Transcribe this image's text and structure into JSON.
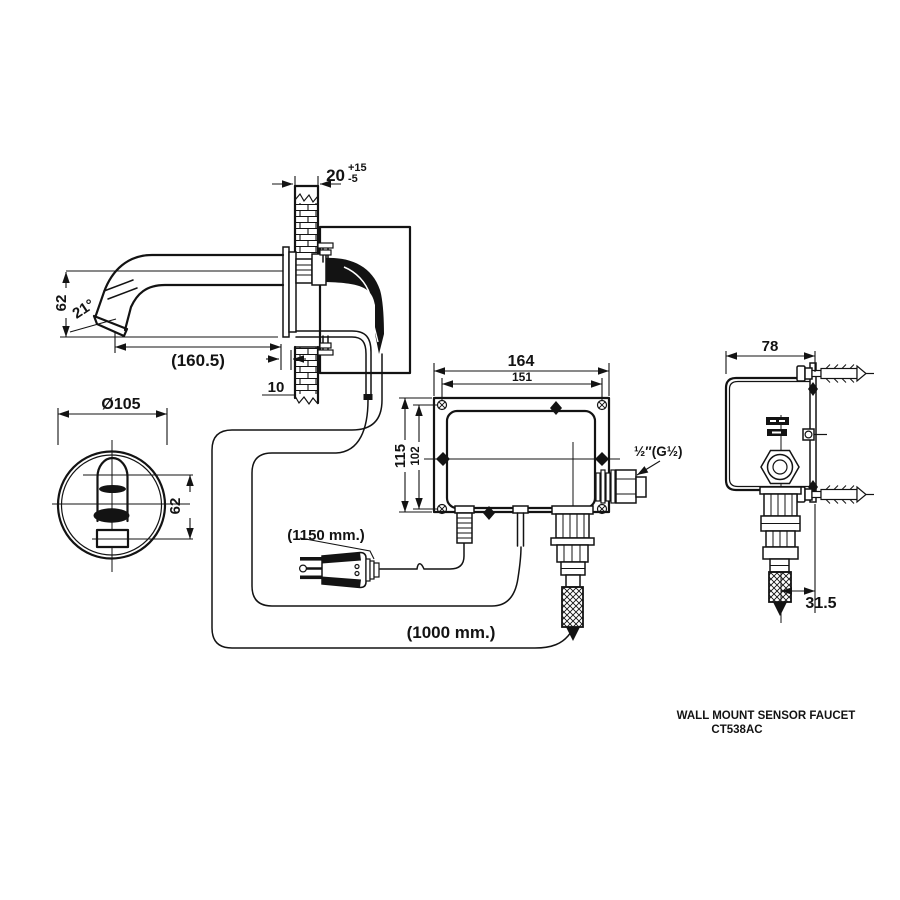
{
  "drawing_title": {
    "line1": "WALL MOUNT SENSOR FAUCET",
    "line2": "CT538AC"
  },
  "colors": {
    "ink": "#131313",
    "paper": "#ffffff"
  },
  "dims": {
    "side_view": {
      "wall_thickness": "20",
      "wall_tol_plus": "+15",
      "wall_tol_minus": "-5",
      "spout_height": "62",
      "spout_angle": "21°",
      "spout_reach": "(160.5)",
      "plate_offset": "10"
    },
    "front_view": {
      "diameter": "Ø105",
      "sensor_offset": "62"
    },
    "box_front": {
      "plate_width": "164",
      "hole_span_width": "151",
      "plate_height": "115",
      "hole_span_height": "102",
      "outlet_thread": "½″(G½)"
    },
    "box_side": {
      "depth": "78",
      "hose_offset": "31.5"
    },
    "cables": {
      "power_cord_length": "(1150 mm.)",
      "supply_hose_length": "(1000 mm.)"
    }
  }
}
